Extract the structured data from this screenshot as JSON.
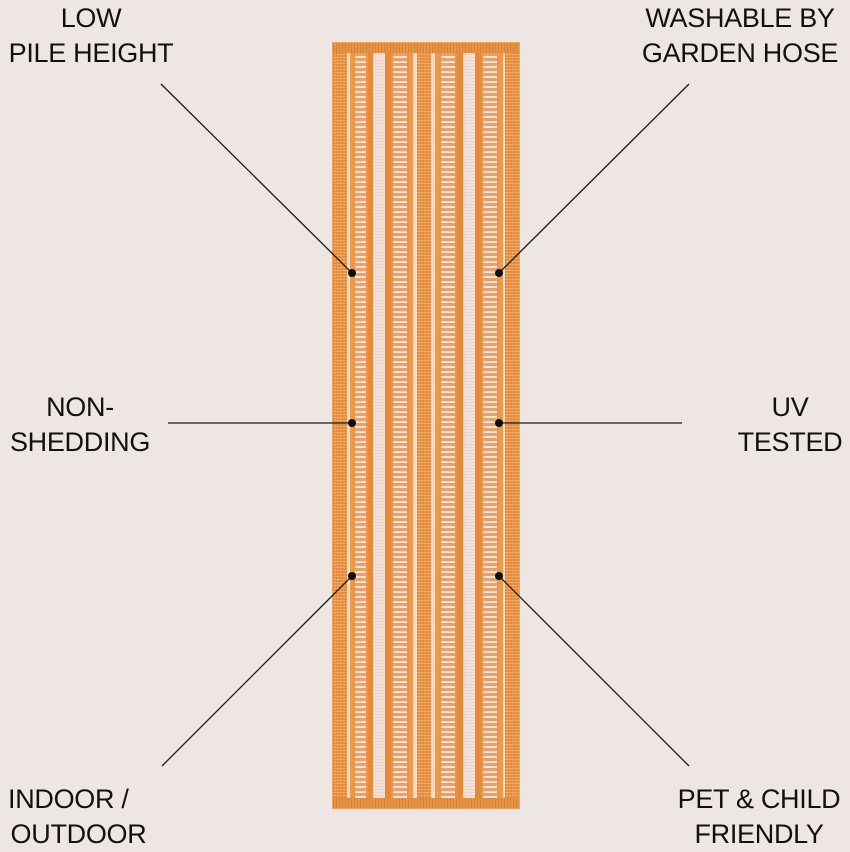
{
  "features": {
    "top_left": {
      "line1": "LOW",
      "line2": "PILE HEIGHT"
    },
    "top_right": {
      "line1": "WASHABLE BY",
      "line2": "GARDEN HOSE"
    },
    "middle_left": {
      "line1": "NON-",
      "line2": "SHEDDING"
    },
    "middle_right": {
      "line1": "UV",
      "line2": "TESTED"
    },
    "bottom_left": {
      "line1": "INDOOR /",
      "line2": "OUTDOOR"
    },
    "bottom_right": {
      "line1": "PET & CHILD",
      "line2": "FRIENDLY"
    }
  },
  "product": {
    "type": "runner-rug",
    "pattern": "vertical-stripes",
    "colors": {
      "primary": "#e8953e",
      "secondary": "#f3e2dc",
      "background": "#ede6e2",
      "callout": "#111111"
    }
  }
}
